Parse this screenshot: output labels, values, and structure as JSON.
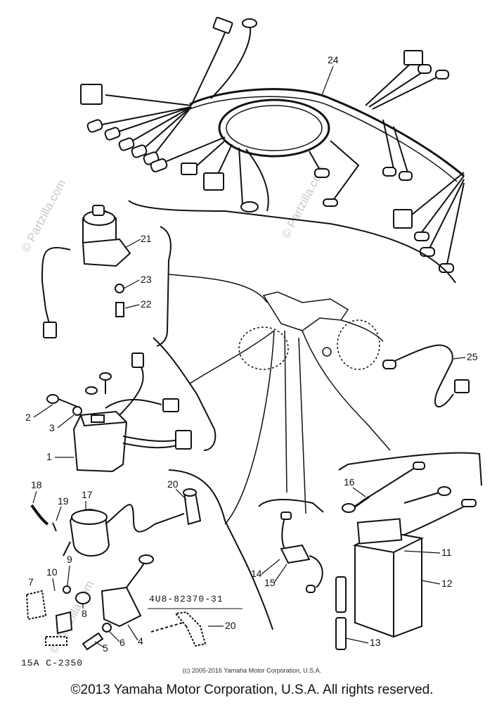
{
  "watermarks": [
    "© Partzilla.com",
    "© Partzilla.com",
    "© Partzilla.com"
  ],
  "callouts": {
    "c1": "1",
    "c2": "2",
    "c3": "3",
    "c4": "4",
    "c5": "5",
    "c6": "6",
    "c7": "7",
    "c8": "8",
    "c9": "9",
    "c10": "10",
    "c11": "11",
    "c12": "12",
    "c13": "13",
    "c14": "14",
    "c15": "15",
    "c16": "16",
    "c17": "17",
    "c18": "18",
    "c19": "19",
    "c20a": "20",
    "c20b": "20",
    "c21": "21",
    "c22": "22",
    "c23": "23",
    "c24": "24",
    "c25": "25"
  },
  "part_number": "4U8-82370-31",
  "figure_code": "15A  C-2350",
  "small_copyright": "(c) 2005-2016 Yamaha Motor Corporation, U.S.A.",
  "main_copyright": "©2013 Yamaha Motor Corporation, U.S.A. All rights reserved."
}
